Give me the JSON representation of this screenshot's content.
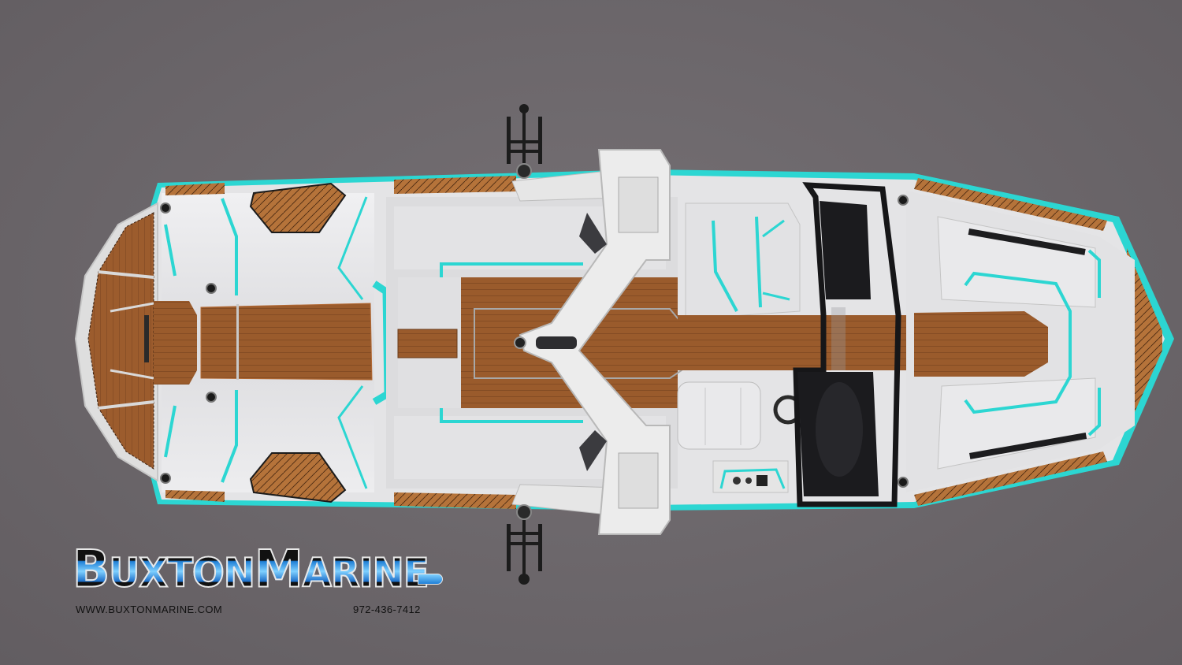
{
  "scene": {
    "description": "Top-down render of a wakeboard boat (bow pointing right) on a gray background",
    "background_color": "#6b666a",
    "colors": {
      "hull_white": "#e6e6e8",
      "teak_deck": "#9a5b2c",
      "teak_light": "#b9773e",
      "accent_teal": "#2cd6d2",
      "dark_trim": "#1b1b1e",
      "tower_white": "#ececec"
    }
  },
  "logo": {
    "brand_first": "B",
    "brand_rest": "UXTON",
    "brand_second_initial": "M",
    "brand_second_rest": "ARINE",
    "website": "WWW.BUXTONMARINE.COM",
    "phone": "972-436-7412"
  }
}
